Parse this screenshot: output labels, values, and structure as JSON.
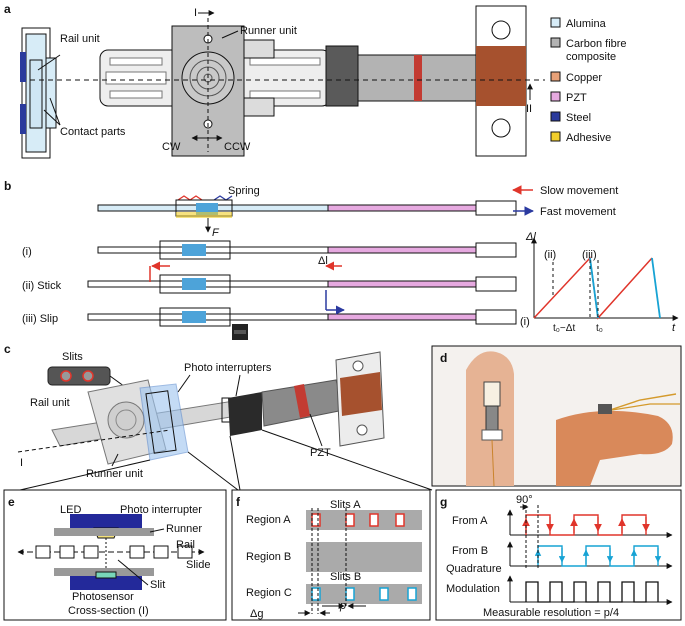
{
  "panels": {
    "a": "a",
    "b": "b",
    "c": "c",
    "d": "d",
    "e": "e",
    "f": "f",
    "g": "g"
  },
  "a": {
    "rail_unit": "Rail unit",
    "runner_unit": "Runner unit",
    "contact_parts": "Contact parts",
    "section_I": "I",
    "section_II": "II",
    "cw": "CW",
    "ccw": "CCW",
    "legend": [
      {
        "label": "Alumina",
        "color": "#d7ecf7"
      },
      {
        "label": "Carbon fibre",
        "color": "#b3b3b3"
      },
      {
        "label": "composite",
        "color": ""
      },
      {
        "label": "Copper",
        "color": "#e8a178"
      },
      {
        "label": "PZT",
        "color": "#e6a9e0"
      },
      {
        "label": "Steel",
        "color": "#2a3a9c"
      },
      {
        "label": "Adhesive",
        "color": "#f2cf2c"
      }
    ]
  },
  "b": {
    "spring": "Spring",
    "force": "F",
    "slow": "Slow movement",
    "fast": "Fast movement",
    "row_i": "(i)",
    "row_ii": "(ii) Stick",
    "row_iii": "(iii) Slip",
    "delta_l": "Δl",
    "graph_y": "Δl",
    "graph_ii": "(ii)",
    "graph_iii": "(iii)",
    "graph_i": "(i)",
    "t0_minus": "t₀−Δt",
    "t0": "t₀",
    "t": "t",
    "slow_color": "#e0352b",
    "fast_color": "#2b3aa0"
  },
  "c": {
    "slits": "Slits",
    "photo_interrupters": "Photo interrupters",
    "rail_unit": "Rail unit",
    "runner_unit": "Runner unit",
    "pzt": "PZT",
    "section": "I"
  },
  "e": {
    "led": "LED",
    "photo_interrupter": "Photo interrupter",
    "runner": "Runner",
    "rail": "Rail",
    "slide": "Slide",
    "slit": "Slit",
    "photosensor": "Photosensor",
    "cross_section": "Cross-section (I)"
  },
  "f": {
    "region_a": "Region A",
    "region_b": "Region B",
    "region_c": "Region C",
    "slits_a": "Slits A",
    "slits_b": "Slits B",
    "p": "p",
    "dg": "Δg"
  },
  "g": {
    "angle": "90°",
    "from_a": "From A",
    "from_b": "From B",
    "quadrature": "Quadrature",
    "modulation": "Modulation",
    "resolution": "Measurable resolution = p/4"
  }
}
